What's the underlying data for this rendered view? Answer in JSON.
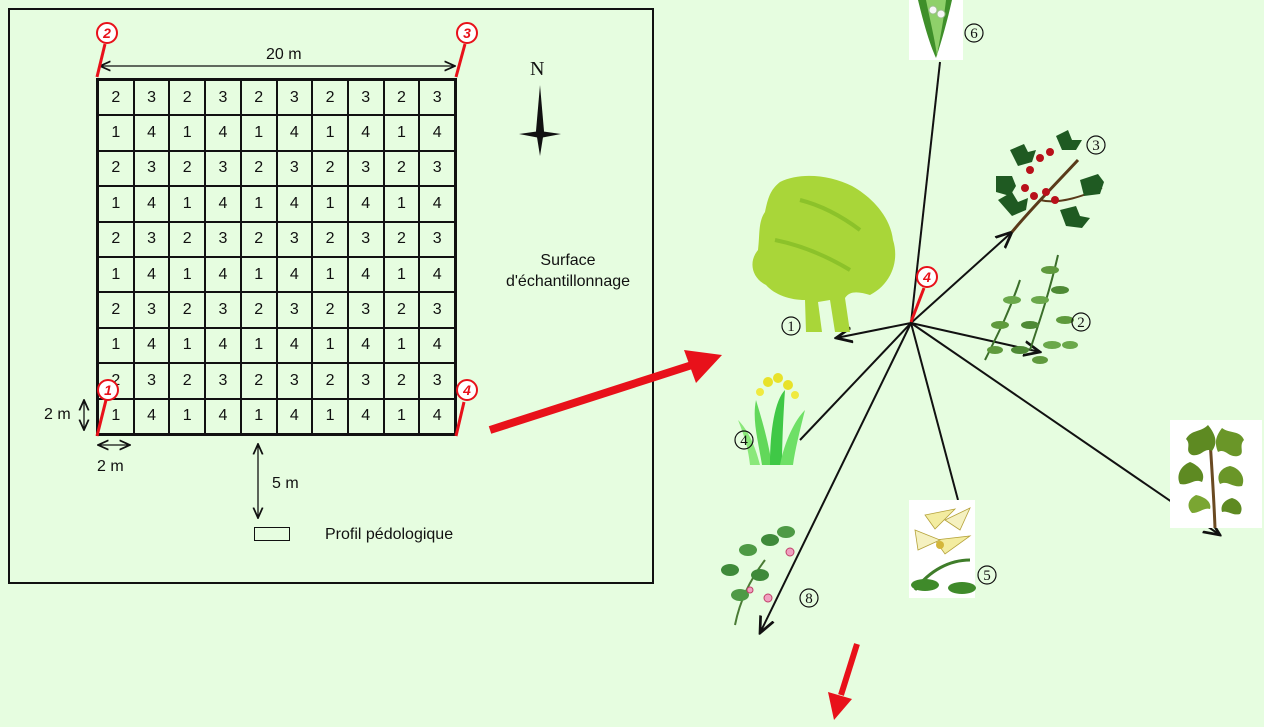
{
  "plot": {
    "width_label": "20 m",
    "cell_height_label": "2 m",
    "cell_width_label": "2 m",
    "distance_label": "5 m",
    "surface_label_line1": "Surface",
    "surface_label_line2": "d'échantillonnage",
    "profile_label": "Profil pédologique",
    "north_label": "N",
    "rows": [
      [
        "2",
        "3",
        "2",
        "3",
        "2",
        "3",
        "2",
        "3",
        "2",
        "3"
      ],
      [
        "1",
        "4",
        "1",
        "4",
        "1",
        "4",
        "1",
        "4",
        "1",
        "4"
      ],
      [
        "2",
        "3",
        "2",
        "3",
        "2",
        "3",
        "2",
        "3",
        "2",
        "3"
      ],
      [
        "1",
        "4",
        "1",
        "4",
        "1",
        "4",
        "1",
        "4",
        "1",
        "4"
      ],
      [
        "2",
        "3",
        "2",
        "3",
        "2",
        "3",
        "2",
        "3",
        "2",
        "3"
      ],
      [
        "1",
        "4",
        "1",
        "4",
        "1",
        "4",
        "1",
        "4",
        "1",
        "4"
      ],
      [
        "2",
        "3",
        "2",
        "3",
        "2",
        "3",
        "2",
        "3",
        "2",
        "3"
      ],
      [
        "1",
        "4",
        "1",
        "4",
        "1",
        "4",
        "1",
        "4",
        "1",
        "4"
      ],
      [
        "2",
        "3",
        "2",
        "3",
        "2",
        "3",
        "2",
        "3",
        "2",
        "3"
      ],
      [
        "1",
        "4",
        "1",
        "4",
        "1",
        "4",
        "1",
        "4",
        "1",
        "4"
      ]
    ],
    "corner_pins": [
      "1",
      "2",
      "3",
      "4"
    ]
  },
  "radial": {
    "center_pin": "4",
    "plant_labels": [
      "1",
      "2",
      "3",
      "4",
      "5",
      "6",
      "8"
    ]
  },
  "colors": {
    "background": "#e6fde0",
    "marker_red": "#e8111a",
    "line": "#111111"
  }
}
